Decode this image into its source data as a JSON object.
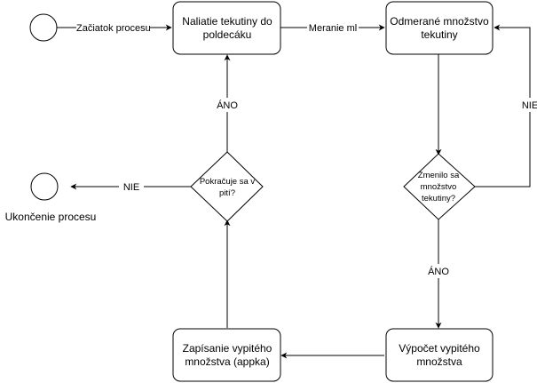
{
  "nodes": {
    "start_label": "Začiatok procesu",
    "pour": [
      "Naliatie tekutiny do",
      "poldecáku"
    ],
    "measured": [
      "Odmerané množstvo",
      "tekutiny"
    ],
    "changed": [
      "Zmenilo sa",
      "množstvo",
      "tekutiny?"
    ],
    "calc": [
      "Výpočet vypitého",
      "množstva"
    ],
    "record": [
      "Zapísanie vypitého",
      "množstva (appka)"
    ],
    "continue": [
      "Pokračuje sa v",
      "pití?"
    ],
    "end_label": "Ukončenie procesu"
  },
  "edges": {
    "measure": "Meranie ml",
    "no_right": "NIE",
    "yes_down": "ÁNO",
    "yes_up": "ÁNO",
    "no_left": "NIE"
  }
}
